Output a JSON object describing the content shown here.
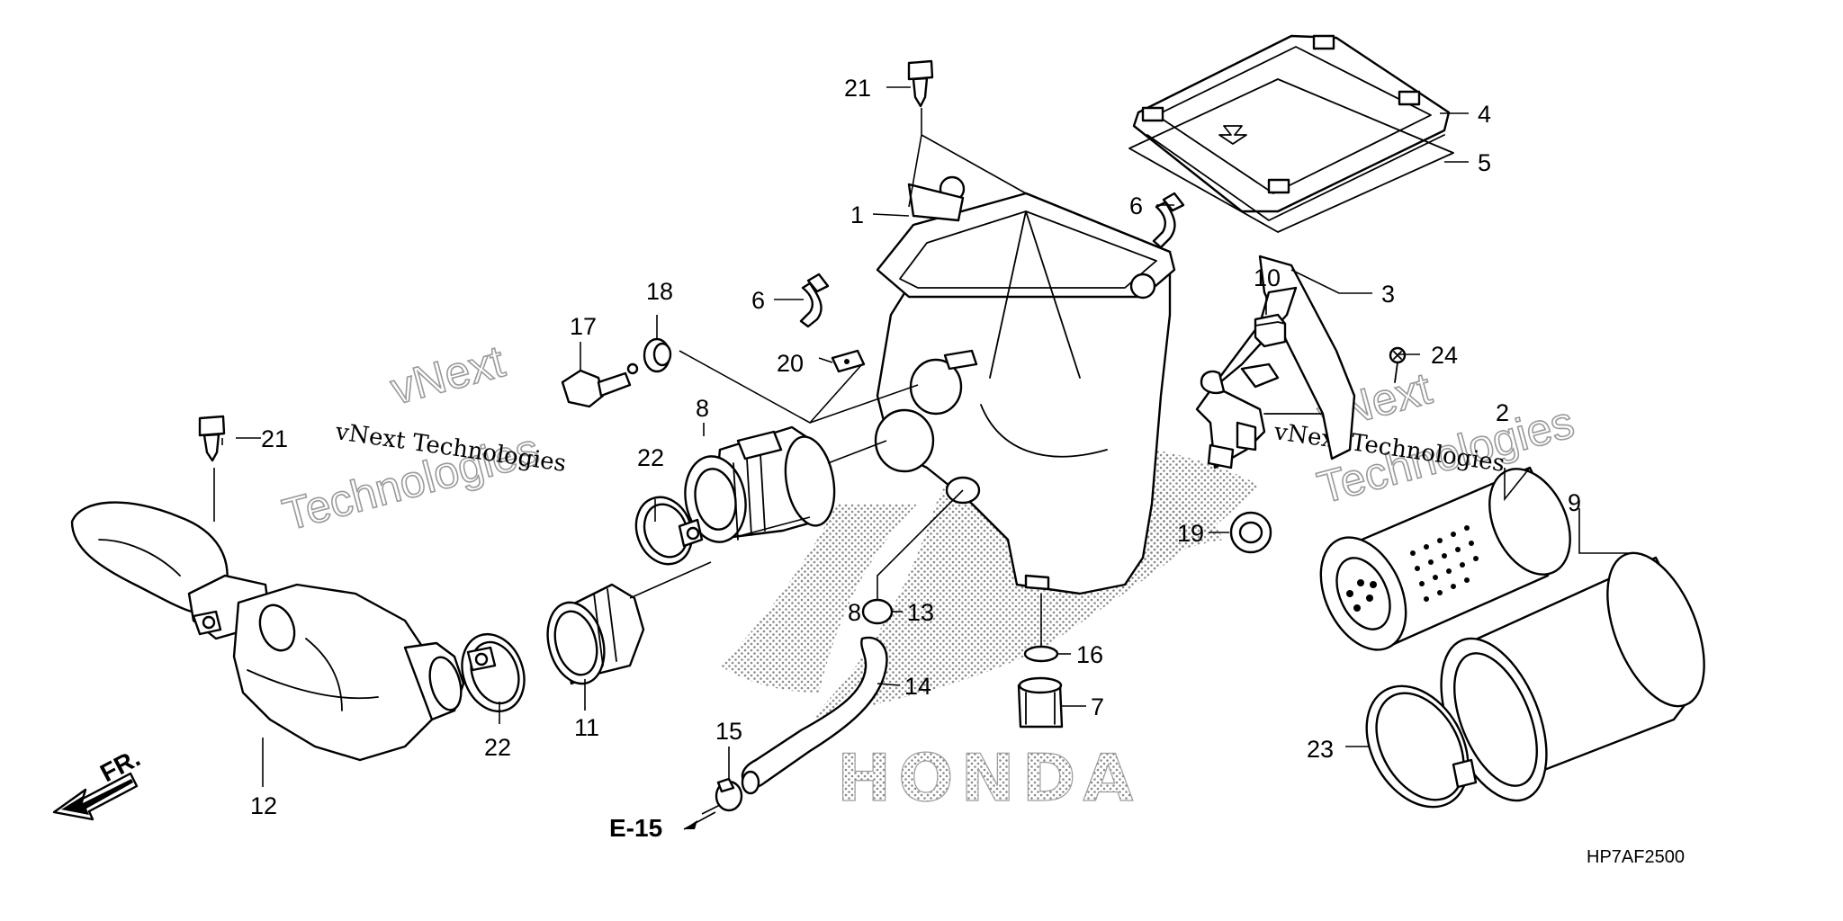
{
  "diagram": {
    "part_labels": {
      "p1": "1",
      "p2": "2",
      "p3": "3",
      "p4": "4",
      "p5": "5",
      "p6a": "6",
      "p6b": "6",
      "p7": "7",
      "p8a": "8",
      "p8b": "8",
      "p9": "9",
      "p10": "10",
      "p11": "11",
      "p12": "12",
      "p13": "13",
      "p14": "14",
      "p15": "15",
      "p16": "16",
      "p17": "17",
      "p18": "18",
      "p19": "19",
      "p20": "20",
      "p21a": "21",
      "p21b": "21",
      "p22a": "22",
      "p22b": "22",
      "p23": "23",
      "p24": "24"
    },
    "ref_label": "E-15",
    "front_label": "FR.",
    "drawing_code": "HP7AF2500",
    "logo_text": "HONDA",
    "watermarks": {
      "left_big_1": "vNext",
      "left_big_2": "Technologies",
      "left_small": "vNext Technologies",
      "right_big_1": "vNext",
      "right_big_2": "Technologies",
      "right_small": "vNext Technologies"
    }
  }
}
